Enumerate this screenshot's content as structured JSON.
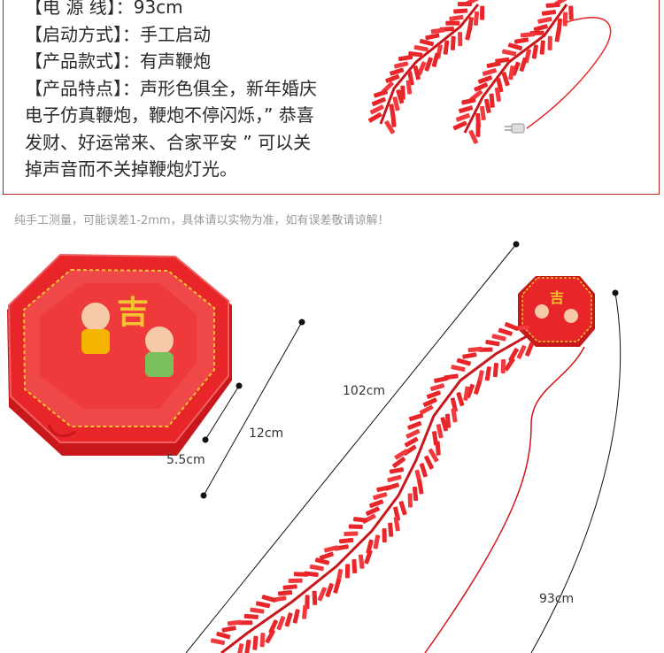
{
  "specs": [
    {
      "key": "【电 源 线】",
      "value": "：93cm"
    },
    {
      "key": "【启动方式】",
      "value": "：手工启动"
    },
    {
      "key": "【产品款式】",
      "value": "：有声鞭炮"
    },
    {
      "key": "【产品特点】",
      "value": "：声形色俱全，新年婚庆"
    }
  ],
  "features_cont": [
    "电子仿真鞭炮，鞭炮不停闪烁，” 恭喜",
    "发财、好运常来、合家平安 ” 可以关",
    "掉声音而不关掉鞭炮灯光。"
  ],
  "note": "纯手工测量，可能误差1-2mm，具体请以实物为准，如有误差敬请谅解！",
  "dimensions": {
    "height": "5.5cm",
    "width": "12cm",
    "length": "102cm",
    "cord": "93cm"
  },
  "box_text": "吉",
  "colors": {
    "red": "#e8262a",
    "dark_red": "#b8211d",
    "gold": "#f4c430"
  }
}
